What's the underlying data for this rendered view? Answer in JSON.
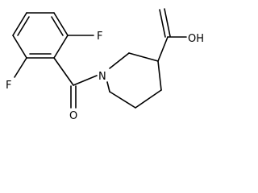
{
  "molecule": {
    "atoms": {
      "fluorine_top": "F",
      "fluorine_bottom": "F",
      "carbonyl_oxygen": "O",
      "carboxylic_acid": "OH",
      "nitrogen": "N"
    }
  },
  "colors": {
    "bond": "#000000",
    "label": "#000000",
    "background": "#ffffff"
  }
}
